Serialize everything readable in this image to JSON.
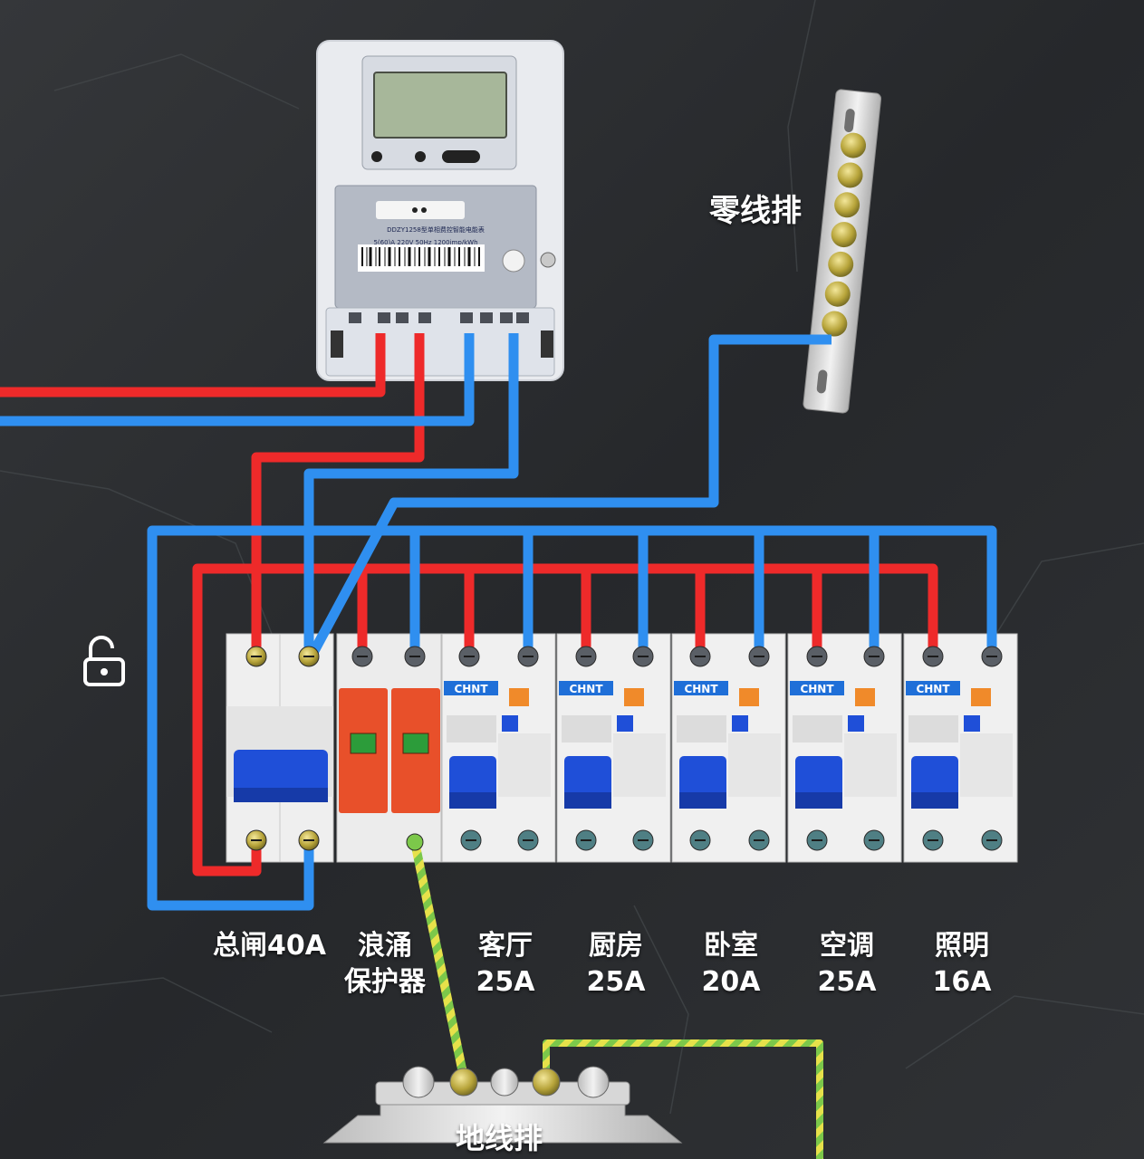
{
  "labels": {
    "neutral_bar": "零线排",
    "ground_bar": "地线排"
  },
  "meter": {
    "model_text": "DDZY1258型单相费控智能电能表",
    "spec_text": "5(60)A 220V 50Hz 1200imp/kWh"
  },
  "breaker_brand": "CHNT",
  "captions": [
    {
      "line1": "总闸40A",
      "line2": ""
    },
    {
      "line1": "浪涌",
      "line2": "保护器"
    },
    {
      "line1": "客厅",
      "line2": "25A"
    },
    {
      "line1": "厨房",
      "line2": "25A"
    },
    {
      "line1": "卧室",
      "line2": "20A"
    },
    {
      "line1": "空调",
      "line2": "25A"
    },
    {
      "line1": "照明",
      "line2": "16A"
    }
  ],
  "colors": {
    "live": "#ee2a2a",
    "neutral": "#2f8ff0",
    "ground_green": "#7cc84a",
    "ground_yellow": "#e6e14a",
    "breaker_handle": "#1f4fd8",
    "spd_body": "#e8502a",
    "background": "#2b2d30"
  },
  "icons": {
    "lock": "unlocked-padlock-icon"
  }
}
